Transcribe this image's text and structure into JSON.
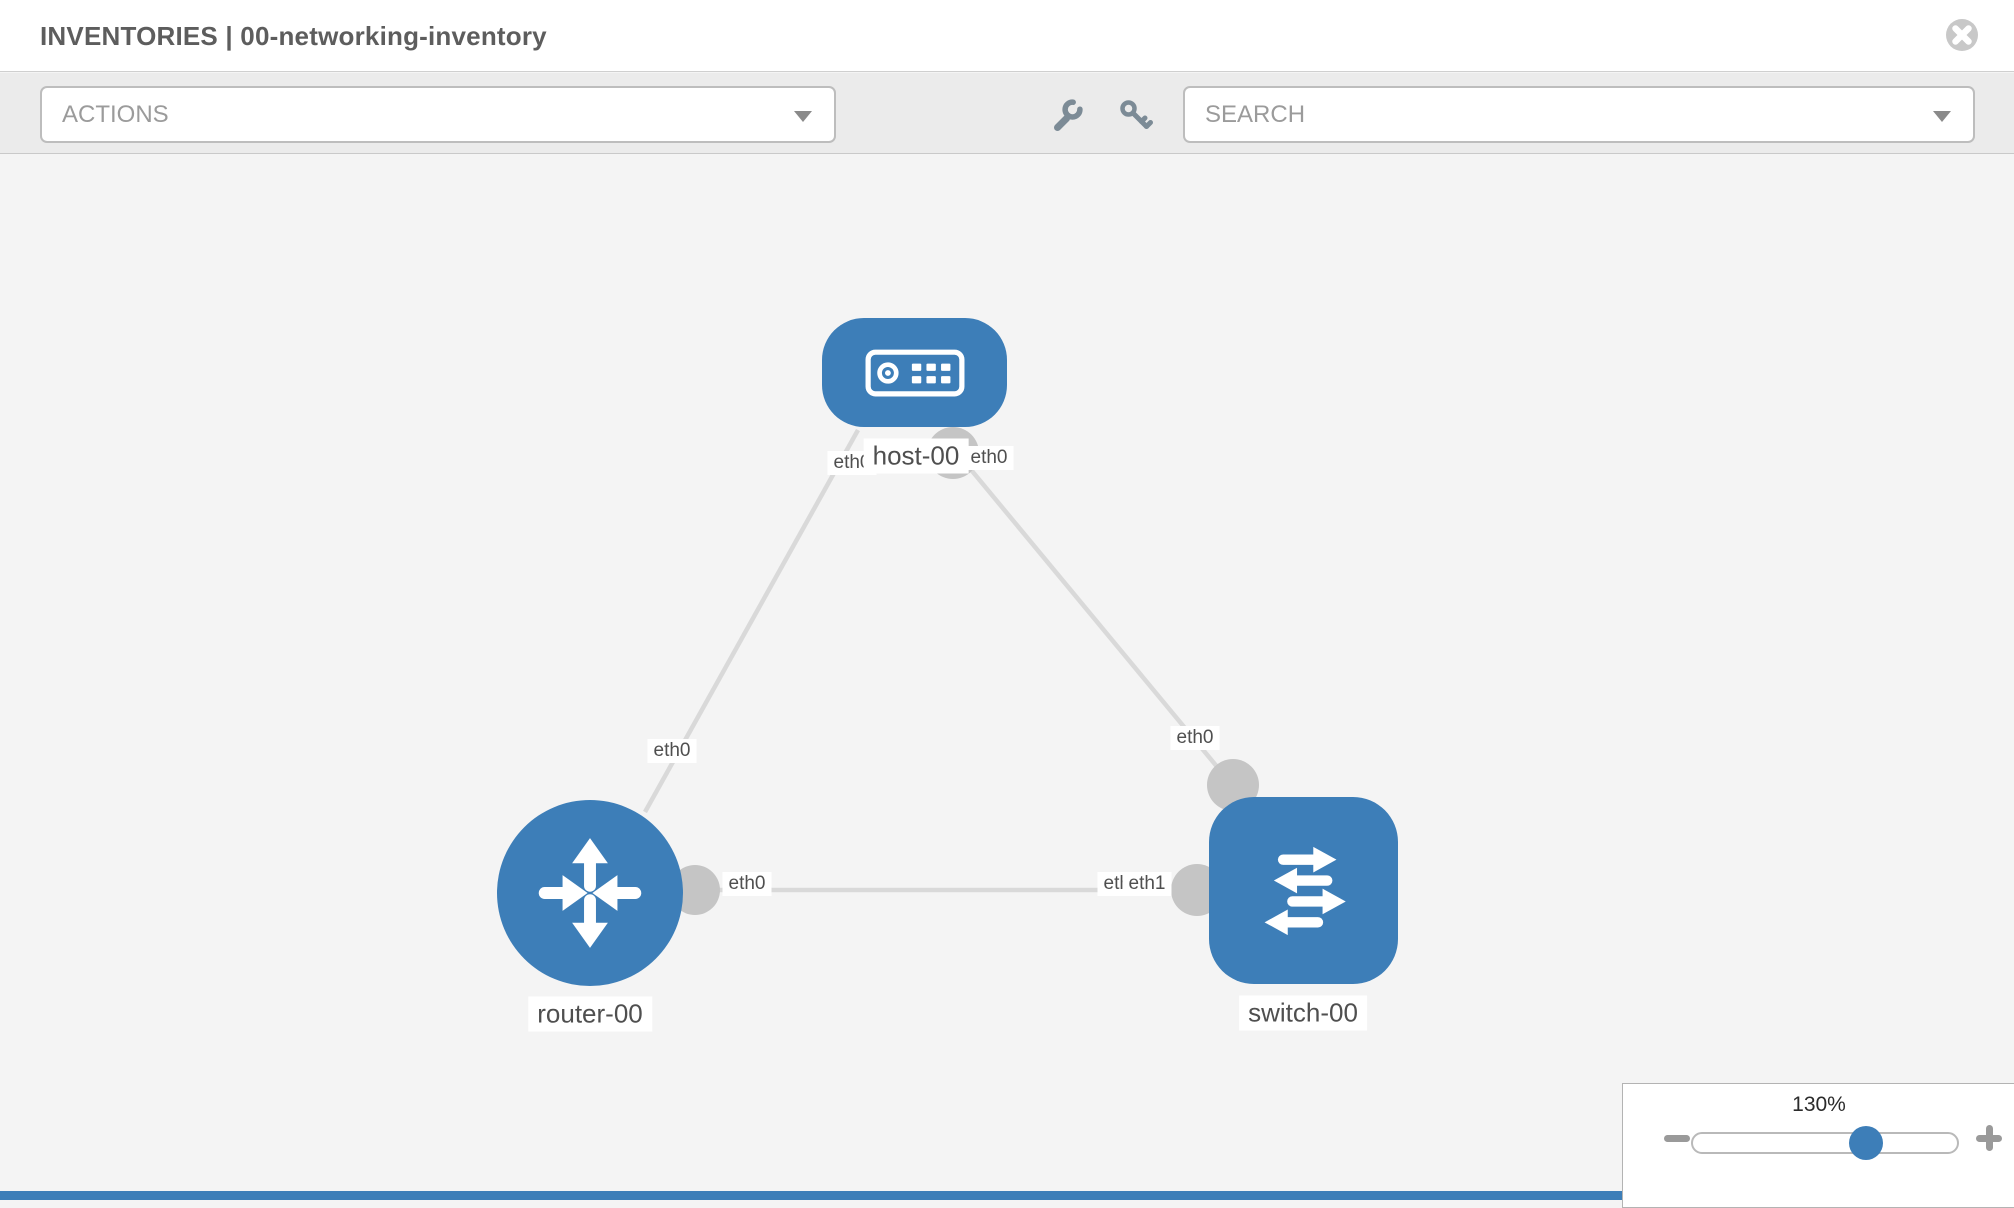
{
  "header": {
    "title": "INVENTORIES | 00-networking-inventory"
  },
  "toolbar": {
    "actions_label": "ACTIONS",
    "search_label": "SEARCH",
    "icons": [
      "wrench",
      "key"
    ]
  },
  "diagram": {
    "nodes": [
      {
        "id": "host-00",
        "label": "host-00",
        "type": "host"
      },
      {
        "id": "router-00",
        "label": "router-00",
        "type": "router"
      },
      {
        "id": "switch-00",
        "label": "switch-00",
        "type": "switch"
      }
    ],
    "edges": [
      {
        "from": "host-00",
        "from_interface": "eth0",
        "to": "router-00",
        "to_interface": "eth0"
      },
      {
        "from": "host-00",
        "from_interface": "eth0",
        "to": "switch-00",
        "to_interface": "eth0"
      },
      {
        "from": "router-00",
        "from_interface": "eth0",
        "to": "switch-00",
        "to_interface": "eth1"
      }
    ],
    "interfaces": [
      {
        "text": "eth0"
      },
      {
        "text": "eth0"
      },
      {
        "text": "eth0"
      },
      {
        "text": "eth0"
      },
      {
        "text": "eth0"
      },
      {
        "text": "eth0"
      },
      {
        "text": "eth1"
      }
    ],
    "colors": {
      "node_blue": "#3d7eb8",
      "port_gray": "#c5c5c5",
      "edge_gray": "#d9d9d9"
    }
  },
  "zoom_control": {
    "value_label": "130%",
    "percent": 130
  }
}
